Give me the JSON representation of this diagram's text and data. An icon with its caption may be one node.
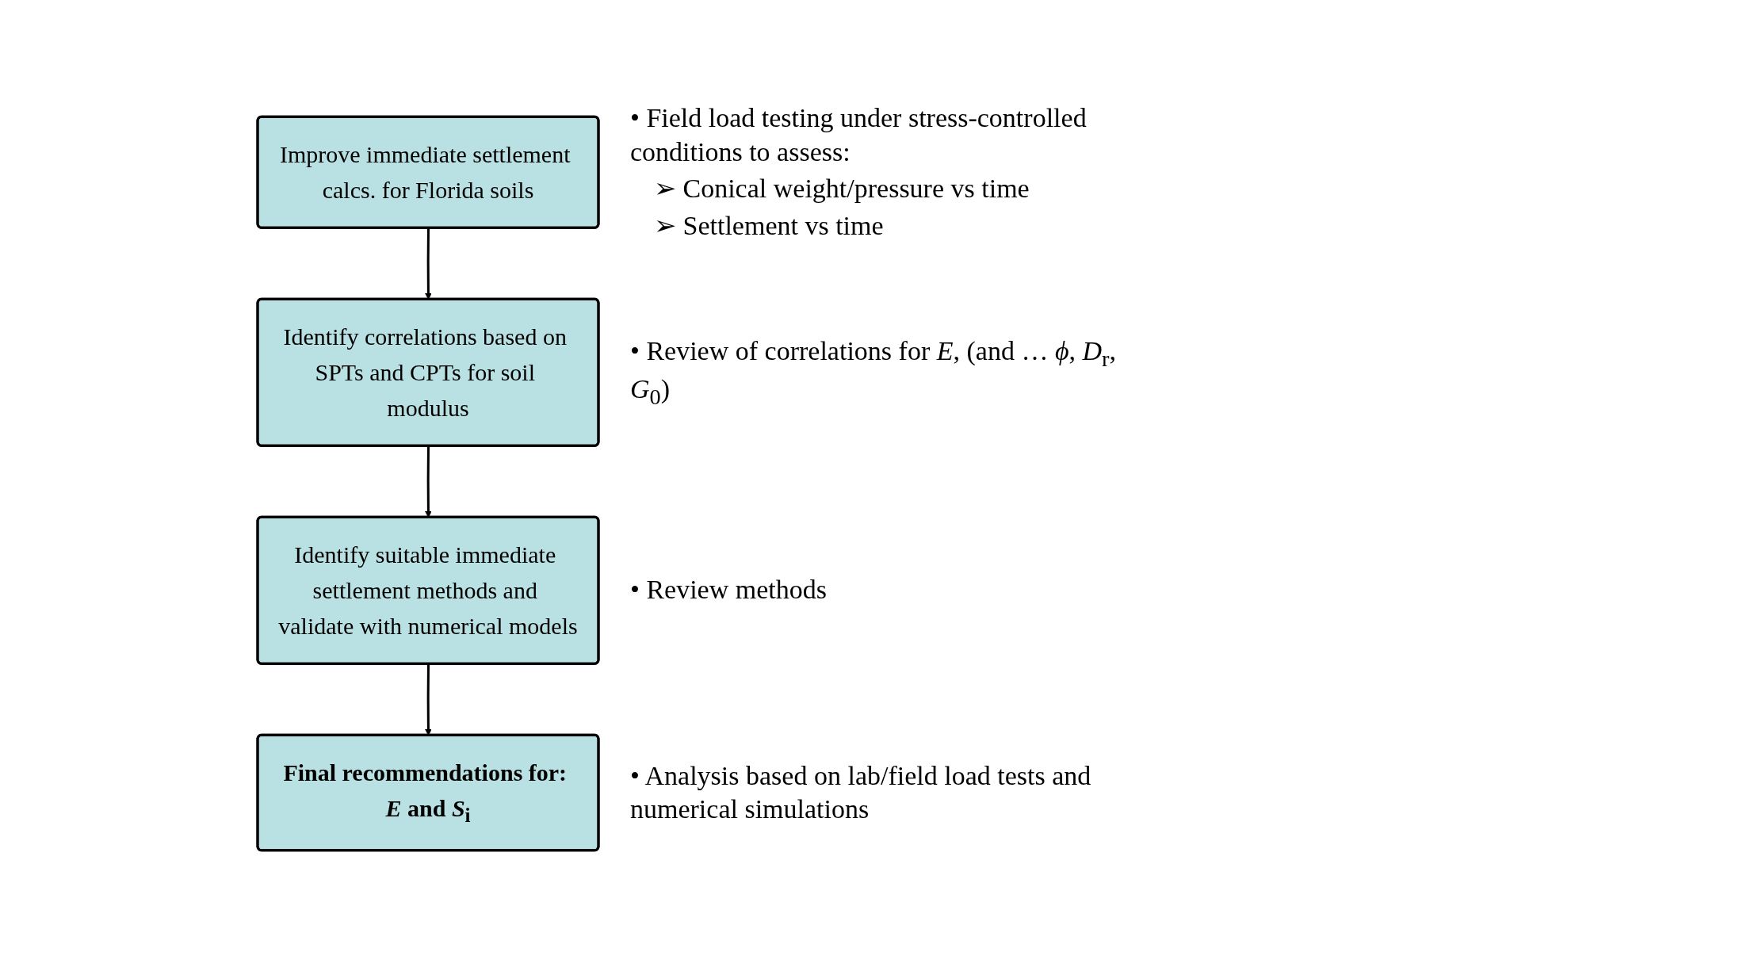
{
  "diagram": {
    "nodes": [
      {
        "text": [
          "Improve immediate settlement calcs. for Florida soils"
        ],
        "beside": [
          "• Field load testing under stress-controlled conditions to assess:",
          "➢ Conical weight/pressure vs time",
          "➢ Settlement vs time"
        ]
      },
      {
        "text": [
          "Identify correlations based on SPTs and CPTs for soil modulus"
        ],
        "beside": [
          "• Review of correlations for *E*, (and … *ϕ*, *D*$_{r}$, *G*$_{0}$)"
        ]
      },
      {
        "text": [
          "Identify suitable immediate settlement methods and validate with numerical models"
        ],
        "beside": [
          "• Review methods"
        ]
      },
      {
        "text": [
          "Final recommendations for: *E* and *S*$_{i}$"
        ],
        "beside": [
          "• Analysis based on lab/field load tests and numerical simulations"
        ]
      }
    ],
    "edges": [
      {
        "from": 0,
        "to": 1,
        "arrow": "to"
      },
      {
        "from": 1,
        "to": 2,
        "arrow": "to"
      },
      {
        "from": 2,
        "to": 3,
        "arrow": "to"
      }
    ]
  }
}
